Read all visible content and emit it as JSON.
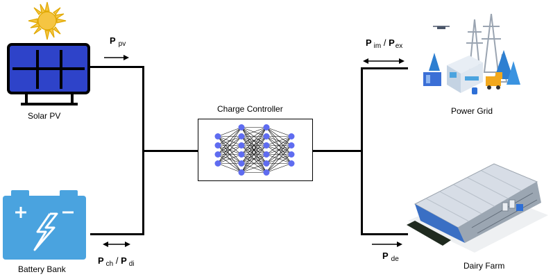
{
  "labels": {
    "solar_pv": "Solar PV",
    "battery_bank": "Battery Bank",
    "charge_controller": "Charge Controller",
    "power_grid": "Power Grid",
    "dairy_farm": "Dairy Farm"
  },
  "flows": {
    "pv": {
      "symbol": "P",
      "sub": "pv"
    },
    "battery": {
      "symbol1": "P",
      "sub1": "ch",
      "sep": " / ",
      "symbol2": "P",
      "sub2": "di"
    },
    "grid": {
      "symbol1": "P",
      "sub1": "im",
      "sep": " / ",
      "symbol2": "P",
      "sub2": "ex"
    },
    "demand": {
      "symbol": "P",
      "sub": "de"
    }
  },
  "neural_net": {
    "layers": [
      4,
      6,
      6,
      4
    ],
    "node_color": "#5f6cf0",
    "edge_color": "#000000"
  },
  "colors": {
    "panel": "#2e43c9",
    "panel_frame": "#000000",
    "sun": "#f5c542",
    "battery": "#4aa3df",
    "roof": "#d7dde6"
  }
}
